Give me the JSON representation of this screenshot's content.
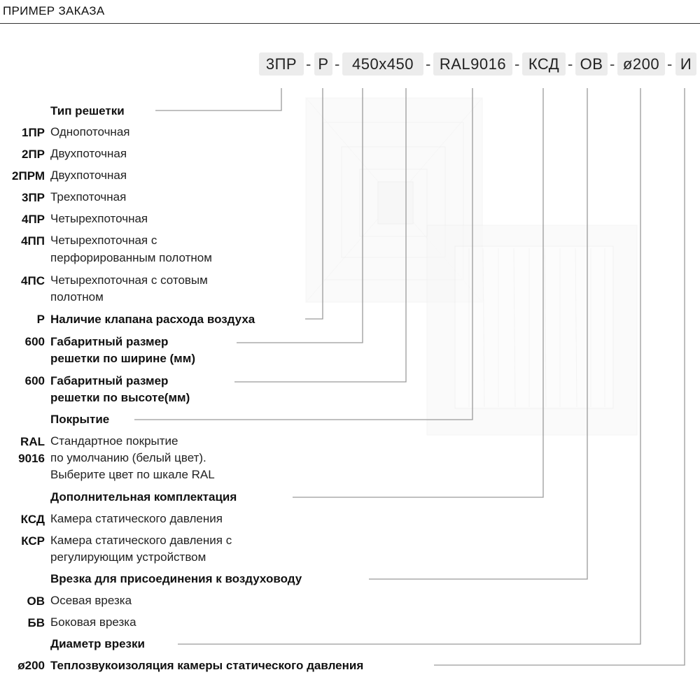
{
  "header": {
    "title": "ПРИМЕР ЗАКАЗА"
  },
  "order_code": {
    "parts": [
      "3ПР",
      "Р",
      "450x450",
      "RAL9016",
      "КСД",
      "ОВ",
      "ø200",
      "И"
    ],
    "separator": "-"
  },
  "legend": {
    "grille_type": {
      "heading": "Тип решетки",
      "items": [
        {
          "code": "1ПР",
          "desc": "Однопоточная"
        },
        {
          "code": "2ПР",
          "desc": "Двухпоточная"
        },
        {
          "code": "2ПРМ",
          "desc": "Двухпоточная"
        },
        {
          "code": "3ПР",
          "desc": "Трехпоточная"
        },
        {
          "code": "4ПР",
          "desc": "Четырехпоточная"
        },
        {
          "code": "4ПП",
          "desc_line1": "Четырехпоточная с",
          "desc_line2": "перфорированным полотном"
        },
        {
          "code": "4ПС",
          "desc_line1": "Четырехпоточная с сотовым",
          "desc_line2": "полотном"
        }
      ]
    },
    "valve": {
      "code": "Р",
      "desc": "Наличие клапана расхода воздуха"
    },
    "width": {
      "code": "600",
      "desc_line1": "Габаритный размер",
      "desc_line2": "решетки по ширине (мм)"
    },
    "height": {
      "code": "600",
      "desc_line1": "Габаритный размер",
      "desc_line2": "решетки по высоте(мм)"
    },
    "coating": {
      "heading": "Покрытие",
      "code_line1": "RAL",
      "code_line2": "9016",
      "desc_line1": "Стандартное покрытие",
      "desc_line2": "по умолчанию (белый цвет).",
      "desc_line3": "Выберите цвет по шкале RAL"
    },
    "extras": {
      "heading": "Дополнительная комплектация",
      "items": [
        {
          "code": "КСД",
          "desc": "Камера статического давления"
        },
        {
          "code": "КСР",
          "desc_line1": "Камера статического давления с",
          "desc_line2": "регулирующим устройством"
        }
      ]
    },
    "insert": {
      "heading": "Врезка для присоединения к воздуховоду",
      "items": [
        {
          "code": "ОВ",
          "desc": "Осевая врезка"
        },
        {
          "code": "БВ",
          "desc": "Боковая врезка"
        }
      ]
    },
    "diameter": {
      "heading": "Диаметр врезки"
    },
    "insulation": {
      "code": "ø200",
      "desc": "Теплозвукоизоляция камеры статического давления"
    }
  },
  "colors": {
    "chip_bg": "#ececec",
    "leader": "#9a9a9a",
    "text": "#1a1a1a"
  }
}
